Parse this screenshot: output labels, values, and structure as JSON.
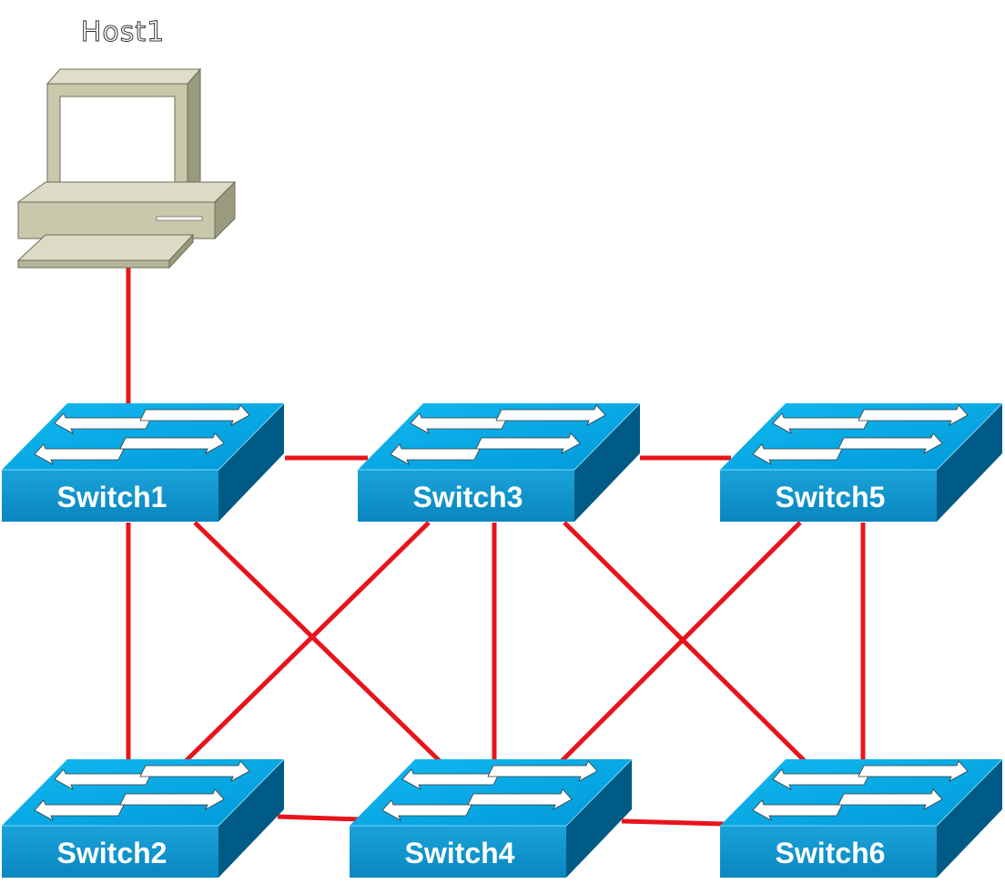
{
  "host": {
    "label": "Host1"
  },
  "switches": [
    {
      "id": "s1",
      "label": "Switch1"
    },
    {
      "id": "s2",
      "label": "Switch2"
    },
    {
      "id": "s3",
      "label": "Switch3"
    },
    {
      "id": "s4",
      "label": "Switch4"
    },
    {
      "id": "s5",
      "label": "Switch5"
    },
    {
      "id": "s6",
      "label": "Switch6"
    }
  ],
  "links": [
    [
      "host",
      "s1"
    ],
    [
      "s1",
      "s3"
    ],
    [
      "s3",
      "s5"
    ],
    [
      "s1",
      "s2"
    ],
    [
      "s1",
      "s4"
    ],
    [
      "s3",
      "s2"
    ],
    [
      "s3",
      "s4"
    ],
    [
      "s3",
      "s6"
    ],
    [
      "s5",
      "s4"
    ],
    [
      "s5",
      "s6"
    ],
    [
      "s2",
      "s4"
    ],
    [
      "s4",
      "s6"
    ]
  ],
  "colors": {
    "link": "#e8141b",
    "switch_top": "#00a6e6",
    "switch_front": "#0b8fc8",
    "switch_side": "#005a86",
    "switch_label": "#ffffff",
    "computer_body": "#c8c8ac"
  }
}
